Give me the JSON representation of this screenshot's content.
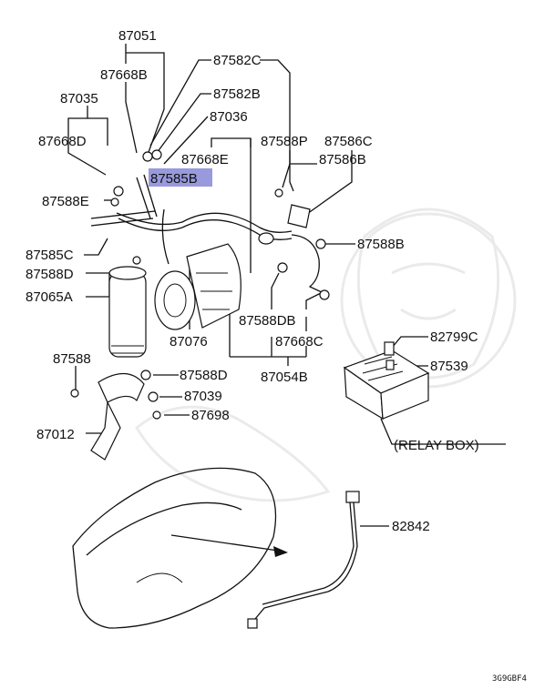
{
  "labels": {
    "p87051": "87051",
    "p87668b": "87668B",
    "p87582c": "87582C",
    "p87582b": "87582B",
    "p87035": "87035",
    "p87036": "87036",
    "p87668d": "87668D",
    "p87588p": "87588P",
    "p87586c": "87586C",
    "p87668e": "87668E",
    "p87586b": "87586B",
    "p87585b": "87585B",
    "p87588e": "87588E",
    "p87588b": "87588B",
    "p87585c": "87585C",
    "p87588d_left": "87588D",
    "p87065a": "87065A",
    "p87588db": "87588DB",
    "p87076": "87076",
    "p87668c": "87668C",
    "p82799c": "82799C",
    "p87588": "87588",
    "p87588d_mid": "87588D",
    "p87054b": "87054B",
    "p87539": "87539",
    "p87039": "87039",
    "p87698": "87698",
    "p87012": "87012",
    "relay_box": "(RELAY BOX)",
    "p82842": "82842",
    "figure_code": "3G9GBF4"
  },
  "colors": {
    "highlight": "#9999dd",
    "line": "#111111"
  },
  "highlighted_part": "87585B"
}
